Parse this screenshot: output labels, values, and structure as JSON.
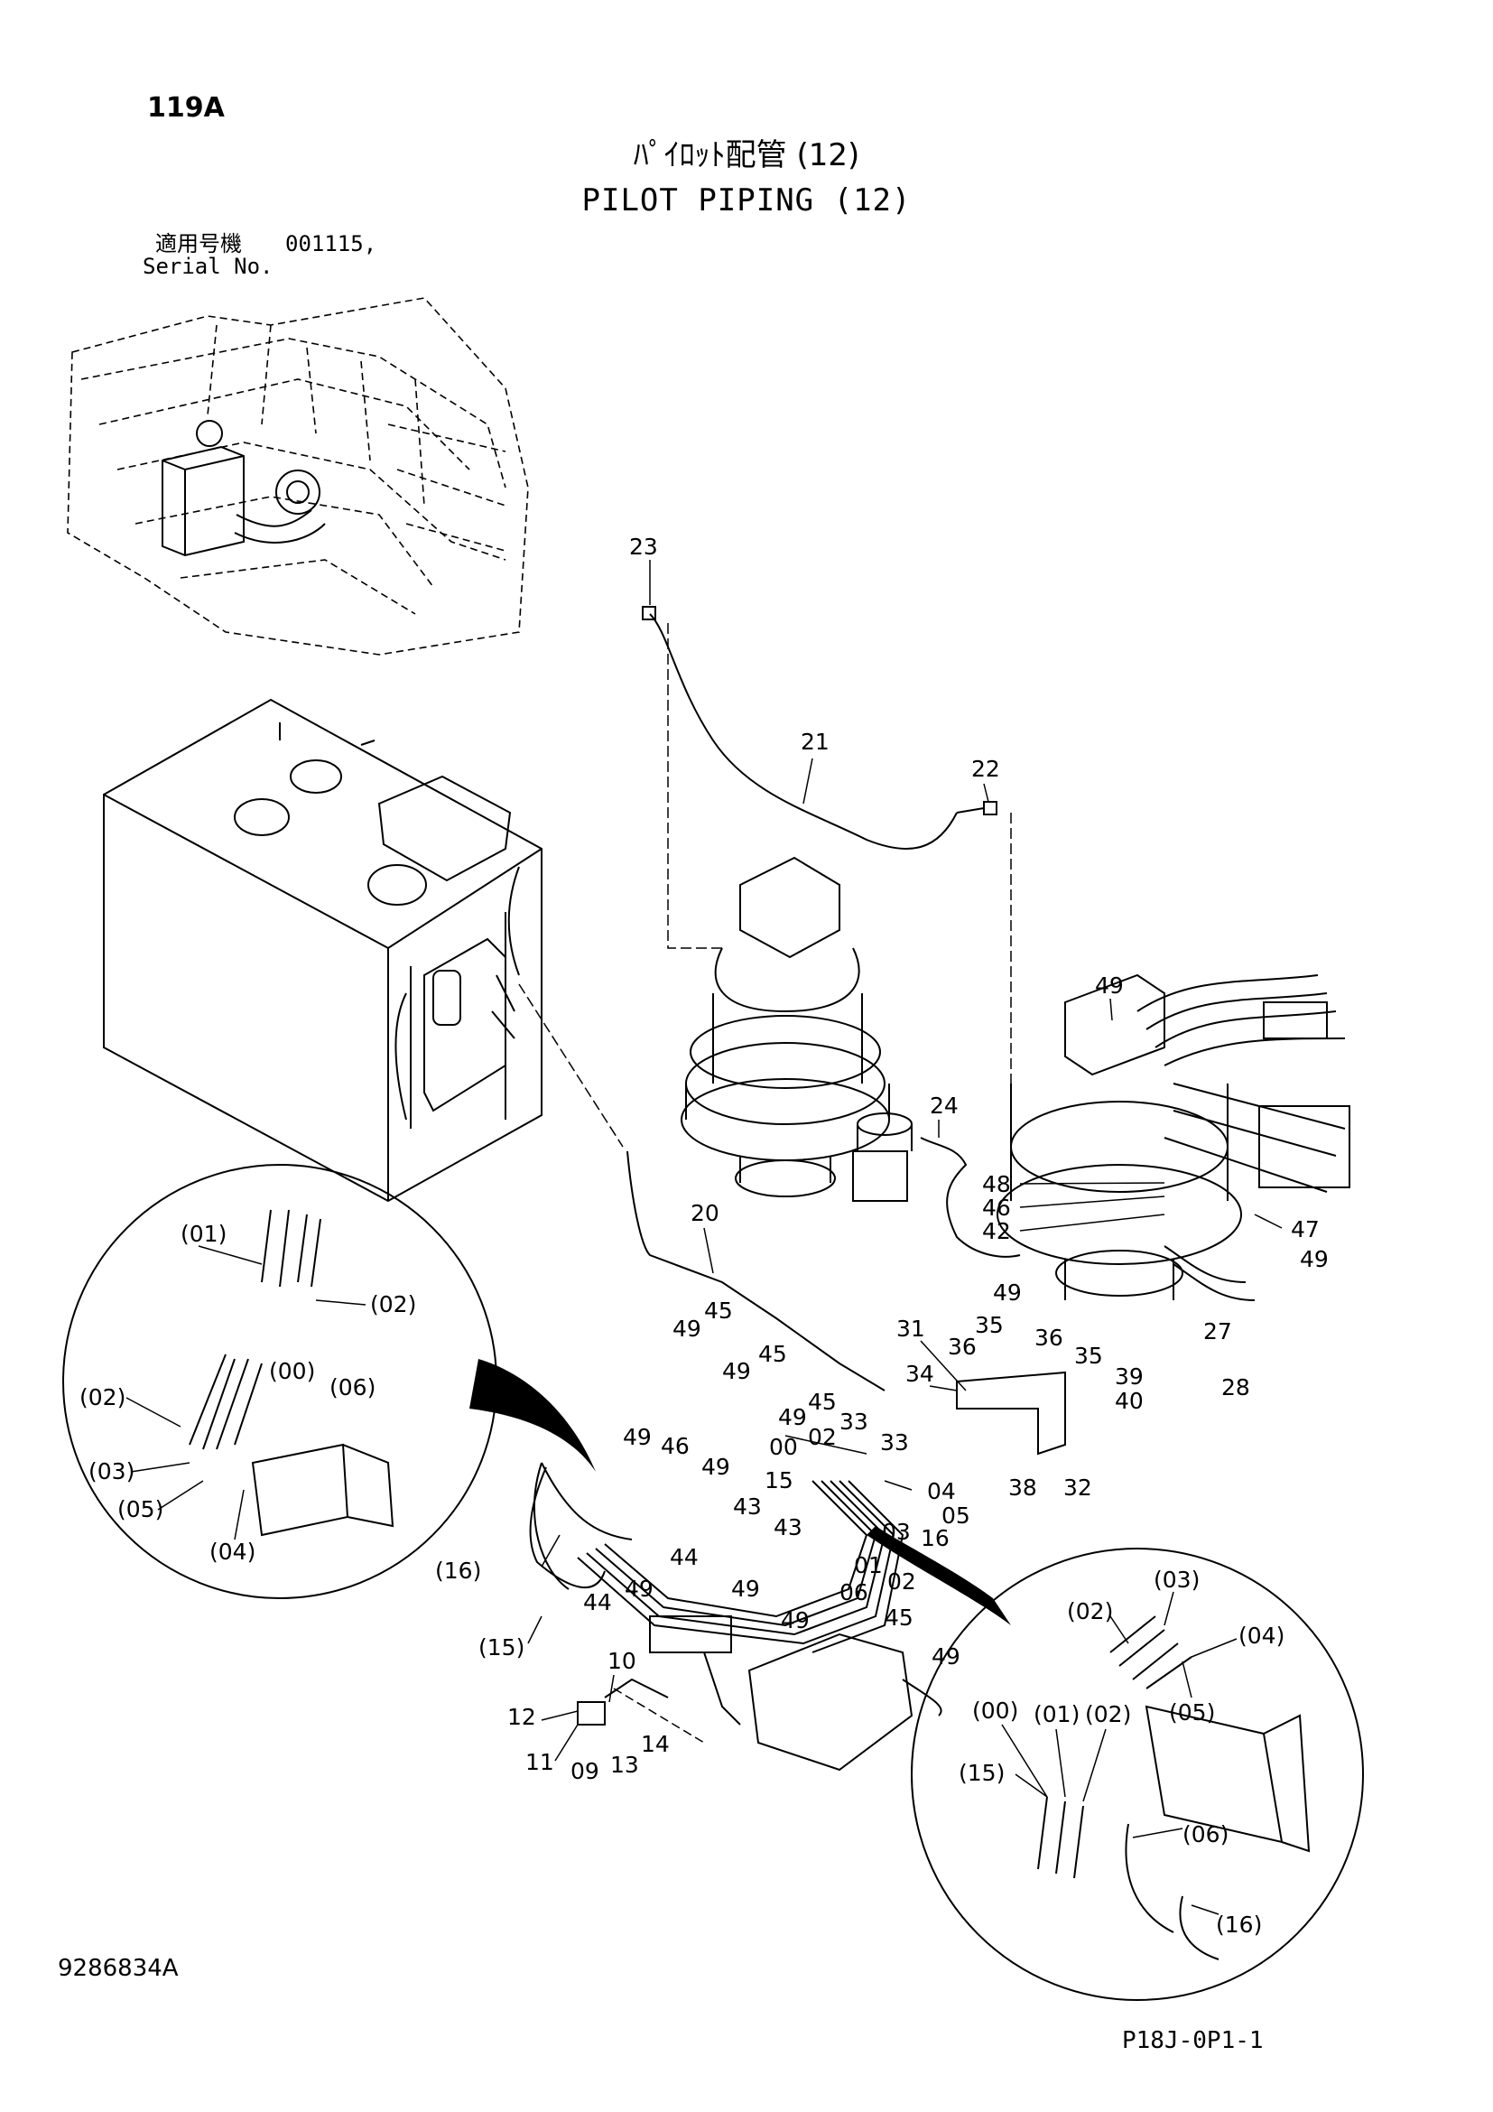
{
  "header": {
    "page_number": "119A",
    "title_jp": "ﾊﾟｲﾛｯﾄ配管 (12)",
    "title_en": "PILOT PIPING (12)",
    "serial_label_jp": "適用号機",
    "serial_value": "001115,",
    "serial_label_en": "Serial No."
  },
  "footer": {
    "drawing_number": "9286834A",
    "page_code": "P18J-0P1-1"
  },
  "callouts": {
    "c23": "23",
    "c21": "21",
    "c22": "22",
    "c24": "24",
    "c20": "20",
    "c49a": "49",
    "c48": "48",
    "c46a": "46",
    "c42": "42",
    "c47": "47",
    "c49b": "49",
    "c49c": "49",
    "c27": "27",
    "c28": "28",
    "c49d": "49",
    "c45a": "45",
    "c45b": "45",
    "c49e": "49",
    "c31": "31",
    "c35a": "35",
    "c36a": "36",
    "c36b": "36",
    "c35b": "35",
    "c39": "39",
    "c40": "40",
    "c34": "34",
    "c49f": "49",
    "c45c": "45",
    "c33a": "33",
    "c33b": "33",
    "c00": "00",
    "c02a": "02",
    "c38": "38",
    "c32": "32",
    "c15": "15",
    "c04": "04",
    "c05": "05",
    "c03": "03",
    "c16": "16",
    "c01": "01",
    "c02b": "02",
    "c06": "06",
    "c49g": "49",
    "c46b": "46",
    "c49h": "49",
    "c43a": "43",
    "c43b": "43",
    "c44a": "44",
    "c44b": "44",
    "c49i": "49",
    "c49j": "49",
    "c49k": "49",
    "c45d": "45",
    "c49l": "49",
    "c16p": "(16)",
    "c15p": "(15)",
    "c10": "10",
    "c12": "12",
    "c11": "11",
    "c09": "09",
    "c13": "13",
    "c14": "14"
  },
  "detail_left": {
    "c01": "(01)",
    "c02a": "(02)",
    "c00": "(00)",
    "c06": "(06)",
    "c02b": "(02)",
    "c03": "(03)",
    "c05": "(05)",
    "c04": "(04)"
  },
  "detail_right": {
    "c03": "(03)",
    "c02a": "(02)",
    "c04": "(04)",
    "c05": "(05)",
    "c00": "(00)",
    "c01": "(01)",
    "c02b": "(02)",
    "c15": "(15)",
    "c06": "(06)",
    "c16": "(16)"
  }
}
